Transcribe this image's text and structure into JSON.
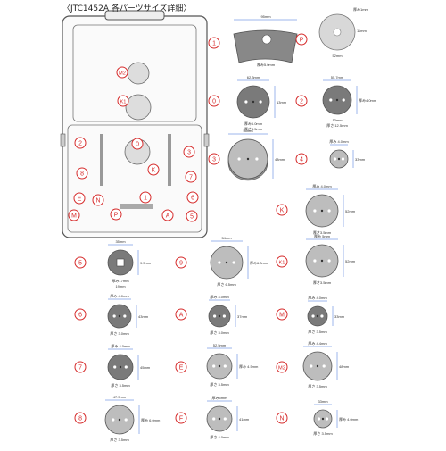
{
  "title": "〈JTC1452A 各パーツサイズ詳細〉",
  "colors": {
    "red": "#d62b2b",
    "line": "#3a6fd8",
    "metal": "#8e8e8e",
    "dark": "#4a4a4a"
  },
  "case_labels": [
    "M2",
    "K1",
    "2",
    "0",
    "3",
    "8",
    "K",
    "7",
    "E",
    "N",
    "1",
    "6",
    "M",
    "P",
    "A",
    "5"
  ],
  "parts": [
    {
      "id": "1",
      "dims": [
        "95mm",
        "厚み5.0mm"
      ]
    },
    {
      "id": "P",
      "dims": [
        "厚み1mm",
        "52mm",
        "11mm"
      ]
    },
    {
      "id": "0",
      "dims": [
        "62.3mm",
        "13mm",
        "厚み6.0mm",
        "厚さ3.5mm"
      ]
    },
    {
      "id": "2",
      "dims": [
        "55.7mm",
        "厚み4.0mm",
        "13mm",
        "厚さ 12.5mm"
      ]
    },
    {
      "id": "3",
      "dims": [
        "55mm",
        "48mm"
      ]
    },
    {
      "id": "4",
      "dims": [
        "厚み 4.0mm",
        "33mm"
      ]
    },
    {
      "id": "K",
      "dims": [
        "厚み 4.0mm",
        "52mm",
        "厚さ3.5mm"
      ]
    },
    {
      "id": "K1",
      "dims": [
        "厚み 5mm",
        "52mm",
        "厚さ3.5mm"
      ]
    },
    {
      "id": "5",
      "dims": [
        "35mm",
        "9.5mm",
        "厚み17mm",
        "19mm"
      ]
    },
    {
      "id": "9",
      "dims": [
        "54mm",
        "厚み6.0mm",
        "厚さ 6.5mm"
      ]
    },
    {
      "id": "6",
      "dims": [
        "厚み 4.0mm",
        "43mm",
        "厚さ 3.0mm"
      ]
    },
    {
      "id": "A",
      "dims": [
        "厚み 4.0mm",
        "37mm",
        "厚さ 3.0mm"
      ]
    },
    {
      "id": "M",
      "dims": [
        "厚み 4.0mm",
        "33mm",
        "厚さ 3.5mm"
      ]
    },
    {
      "id": "7",
      "dims": [
        "厚み 4.0mm",
        "45mm",
        "厚さ 3.5mm"
      ]
    },
    {
      "id": "E",
      "dims": [
        "52.5mm",
        "厚み 4.5mm",
        "厚さ 3.5mm"
      ]
    },
    {
      "id": "M2",
      "dims": [
        "厚み 4.4mm",
        "48mm",
        "厚さ 3.5mm"
      ]
    },
    {
      "id": "8",
      "dims": [
        "47.5mm",
        "厚み 6.0mm",
        "厚さ 3.5mm"
      ]
    },
    {
      "id": "F",
      "dims": [
        "厚み5mm",
        "41mm",
        "厚さ 4.0mm"
      ]
    },
    {
      "id": "N",
      "dims": [
        "33mm",
        "厚み 4.0mm",
        "厚さ 3.5mm"
      ]
    }
  ]
}
